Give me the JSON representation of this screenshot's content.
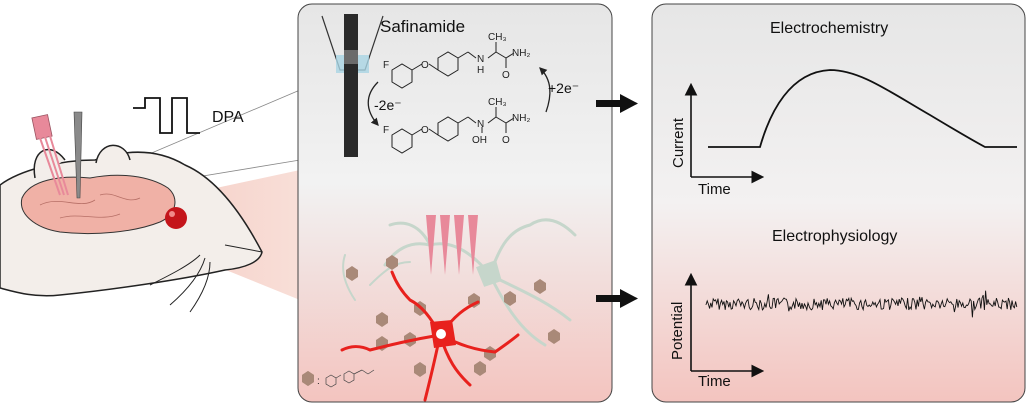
{
  "waveform_label": "DPA",
  "middle_panel": {
    "title": "Safinamide",
    "oxidation_label": "-2e⁻",
    "reduction_label": "+2e⁻",
    "atoms": {
      "fluorine": "F",
      "oxygen": "O",
      "methyl": "CH₃",
      "amine_h": "H",
      "nitrogen": "N",
      "amide_nh2": "NH₂",
      "hydroxyl": "OH"
    },
    "legend_separator": ":"
  },
  "right_panel": {
    "top_title": "Electrochemistry",
    "top_ylabel": "Current",
    "top_xlabel": "Time",
    "bottom_title": "Electrophysiology",
    "bottom_ylabel": "Potential",
    "bottom_xlabel": "Time"
  },
  "colors": {
    "panel_top": "#e8e8e8",
    "panel_bottom": "#f4c7c3",
    "neuron_red": "#e8211d",
    "neuron_faded": "#c9d7cc",
    "probe_pink": "#e8899a",
    "molecule_dot": "#a98978",
    "mouse_body": "#f3eeea",
    "mouse_brain": "#f0b1a6",
    "eye": "#c4151b",
    "beam": "#f4c9bf"
  },
  "icons": [
    "electrode-icon",
    "mouse-icon",
    "neuron-icon",
    "probe-icon",
    "arrow-right-icon",
    "square-wave-icon"
  ]
}
